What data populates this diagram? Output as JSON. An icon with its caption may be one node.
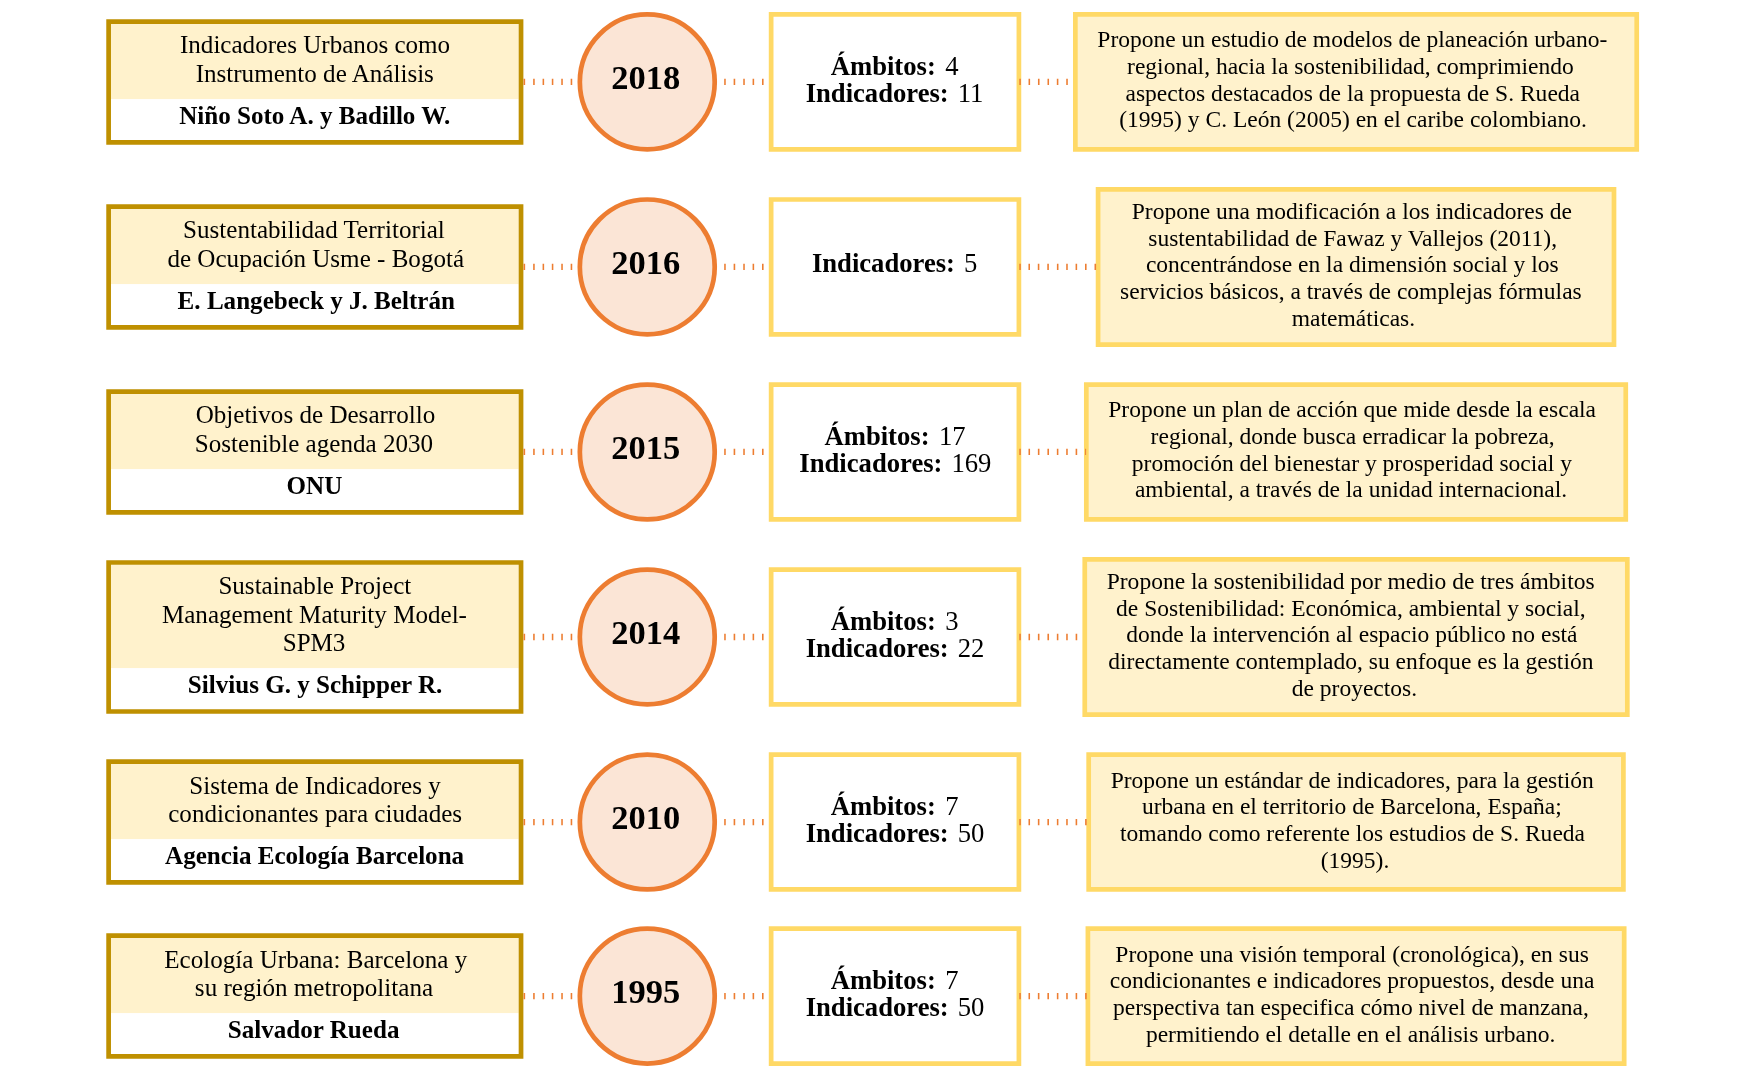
{
  "diagram": {
    "nodes": [
      {
        "text": [
          "Indicadores Urbanos como Instrumento de Análisis",
          "Niño Soto A. y Badillo W."
        ]
      },
      {
        "text": [
          "2018"
        ]
      },
      {
        "text": [
          "Ámbitos: 4",
          "Indicadores: 11"
        ]
      },
      {
        "text": [
          "Propone un estudio de modelos de planeación urbano-regional, hacia la sostenibilidad, comprimiendo aspectos destacados de la propuesta de S. Rueda (1995) y C. León (2005) en el caribe colombiano."
        ]
      },
      {
        "text": [
          "Sustentabilidad Territorial de Ocupación Usme - Bogotá",
          "E. Langebeck y J. Beltrán"
        ]
      },
      {
        "text": [
          "2016"
        ]
      },
      {
        "text": [
          "Indicadores: 5"
        ]
      },
      {
        "text": [
          "Propone una modificación a los indicadores de sustentabilidad de Fawaz y Vallejos (2011), concentrándose en la dimensión social y los servicios básicos, a través de complejas fórmulas matemáticas."
        ]
      },
      {
        "text": [
          "Objetivos de Desarrollo Sostenible agenda 2030",
          "ONU"
        ]
      },
      {
        "text": [
          "2015"
        ]
      },
      {
        "text": [
          "Ámbitos: 17",
          "Indicadores: 169"
        ]
      },
      {
        "text": [
          "Propone un plan de acción que mide desde la escala regional, donde busca erradicar la pobreza, promoción del bienestar y prosperidad social y ambiental, a través de la unidad internacional."
        ]
      },
      {
        "text": [
          "Sustainable Project Management Maturity Model-SPM3",
          "Silvius G. y Schipper R."
        ]
      },
      {
        "text": [
          "2014"
        ]
      },
      {
        "text": [
          "Ámbitos: 3",
          "Indicadores: 22"
        ]
      },
      {
        "text": [
          "Propone la sostenibilidad por medio de tres ámbitos de Sostenibilidad: Económica, ambiental y social, donde la intervención al espacio público no está directamente contemplado, su enfoque es la gestión de proyectos."
        ]
      },
      {
        "text": [
          "Sistema de Indicadores y condicionantes para ciudades",
          "Agencia Ecología Barcelona"
        ]
      },
      {
        "text": [
          "2010"
        ]
      },
      {
        "text": [
          "Ámbitos: 7",
          "Indicadores: 50"
        ]
      },
      {
        "text": [
          "Propone un estándar de indicadores, para la gestión urbana en el territorio de Barcelona, España; tomando como referente los estudios de S. Rueda (1995)."
        ]
      },
      {
        "text": [
          "Ecología Urbana: Barcelona y su región metropolitana",
          "Salvador Rueda"
        ]
      },
      {
        "text": [
          "1995"
        ]
      },
      {
        "text": [
          "Ámbitos: 7",
          "Indicadores: 50"
        ]
      },
      {
        "text": [
          "Propone una visión temporal (cronológica), en sus condicionantes e indicadores propuestos, desde una perspectiva tan especifica cómo nivel de manzana, permitiendo el detalle en el análisis urbano."
        ]
      }
    ],
    "edges": [
      {
        "from": 0,
        "to": 1,
        "arrow": "none"
      },
      {
        "from": 1,
        "to": 2,
        "arrow": "none"
      },
      {
        "from": 2,
        "to": 3,
        "arrow": "none"
      },
      {
        "from": 4,
        "to": 5,
        "arrow": "none"
      },
      {
        "from": 5,
        "to": 6,
        "arrow": "none"
      },
      {
        "from": 6,
        "to": 7,
        "arrow": "none"
      },
      {
        "from": 8,
        "to": 9,
        "arrow": "none"
      },
      {
        "from": 9,
        "to": 10,
        "arrow": "none"
      },
      {
        "from": 10,
        "to": 11,
        "arrow": "none"
      },
      {
        "from": 12,
        "to": 13,
        "arrow": "none"
      },
      {
        "from": 13,
        "to": 14,
        "arrow": "none"
      },
      {
        "from": 14,
        "to": 15,
        "arrow": "none"
      },
      {
        "from": 16,
        "to": 17,
        "arrow": "none"
      },
      {
        "from": 17,
        "to": 18,
        "arrow": "none"
      },
      {
        "from": 18,
        "to": 19,
        "arrow": "none"
      },
      {
        "from": 20,
        "to": 21,
        "arrow": "none"
      },
      {
        "from": 21,
        "to": 22,
        "arrow": "none"
      },
      {
        "from": 22,
        "to": 23,
        "arrow": "none"
      }
    ]
  }
}
